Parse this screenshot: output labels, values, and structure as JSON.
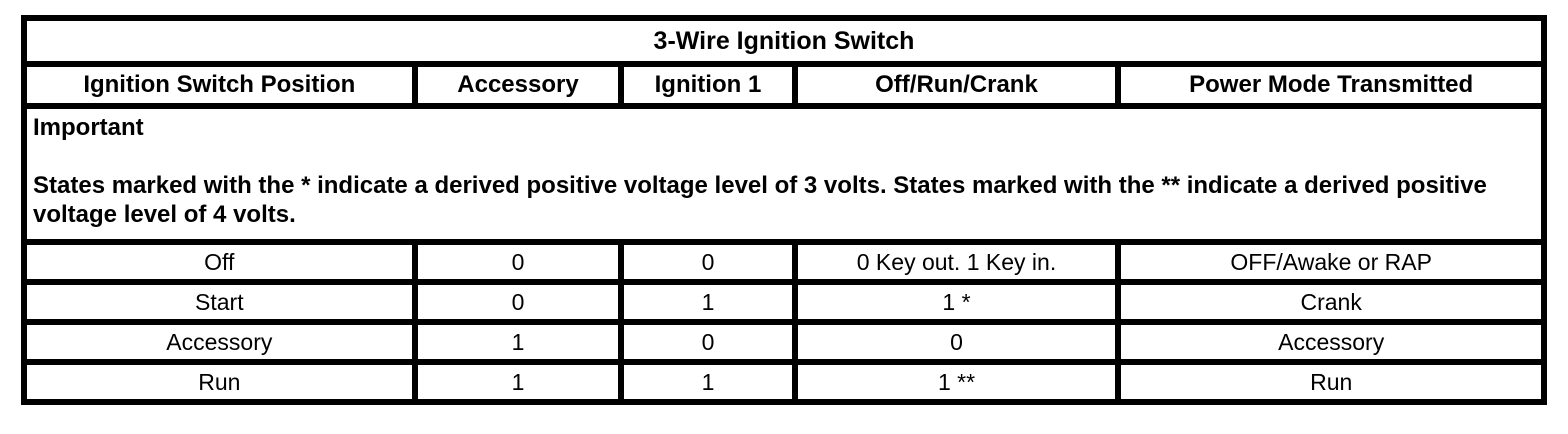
{
  "table": {
    "title": "3-Wire Ignition Switch",
    "columns": [
      "Ignition Switch Position",
      "Accessory",
      "Ignition 1",
      "Off/Run/Crank",
      "Power Mode Transmitted"
    ],
    "note": {
      "heading": "Important",
      "body": "States marked with the * indicate a derived positive voltage level of 3 volts. States marked with the ** indicate a derived positive voltage level of 4 volts."
    },
    "rows": [
      [
        "Off",
        "0",
        "0",
        "0 Key out. 1 Key in.",
        "OFF/Awake or RAP"
      ],
      [
        "Start",
        "0",
        "1",
        "1 *",
        "Crank"
      ],
      [
        "Accessory",
        "1",
        "0",
        "0",
        "Accessory"
      ],
      [
        "Run",
        "1",
        "1",
        "1 **",
        "Run"
      ]
    ],
    "colors": {
      "border": "#000000",
      "text": "#000000",
      "background": "#ffffff"
    }
  }
}
